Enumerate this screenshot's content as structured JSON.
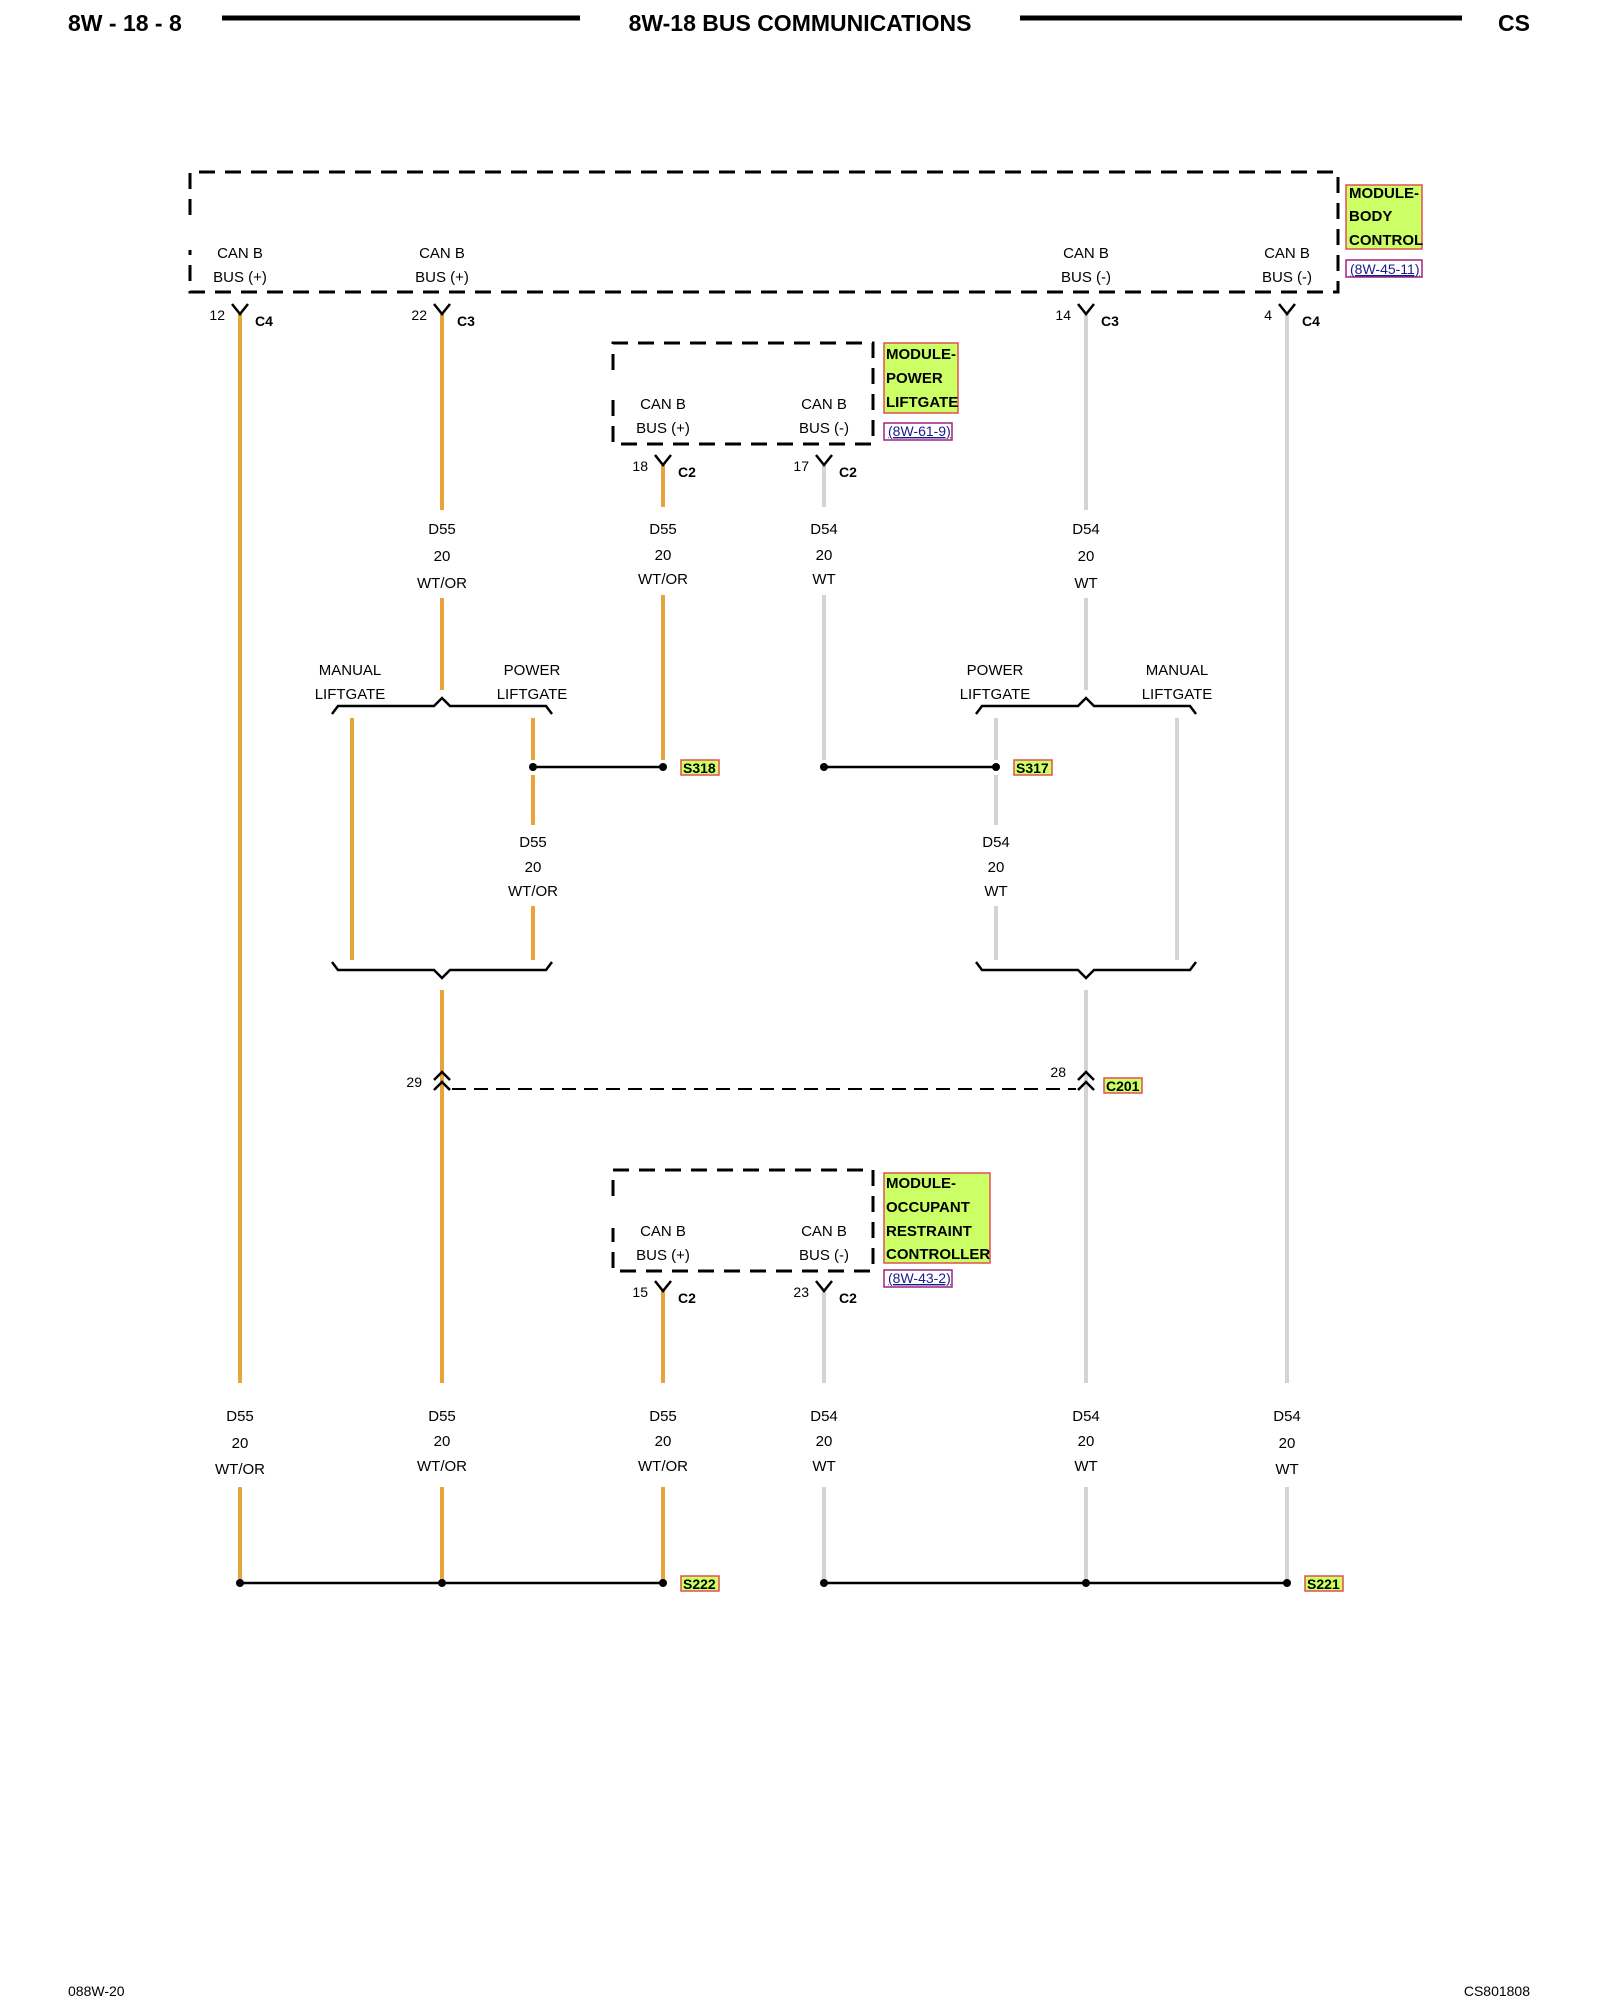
{
  "header": {
    "page_number": "8W - 18 - 8",
    "title": "8W-18 BUS COMMUNICATIONS",
    "code": "CS"
  },
  "modules": {
    "body_control": {
      "name_lines": [
        "MODULE-",
        "BODY",
        "CONTROL"
      ],
      "ref": "(8W-45-11)"
    },
    "power_liftgate": {
      "name_lines": [
        "MODULE-",
        "POWER",
        "LIFTGATE"
      ],
      "ref": "(8W-61-9)"
    },
    "occupant_restraint": {
      "name_lines": [
        "MODULE-",
        "OCCUPANT",
        "RESTRAINT",
        "CONTROLLER"
      ],
      "ref": "(8W-43-2)"
    }
  },
  "pins": {
    "bcm_1": {
      "line1": "CAN B",
      "line2": "BUS (+)",
      "pin": "12",
      "connector": "C4"
    },
    "bcm_2": {
      "line1": "CAN B",
      "line2": "BUS (+)",
      "pin": "22",
      "connector": "C3"
    },
    "bcm_3": {
      "line1": "CAN B",
      "line2": "BUS (-)",
      "pin": "14",
      "connector": "C3"
    },
    "bcm_4": {
      "line1": "CAN B",
      "line2": "BUS (-)",
      "pin": "4",
      "connector": "C4"
    },
    "plg_1": {
      "line1": "CAN B",
      "line2": "BUS (+)",
      "pin": "18",
      "connector": "C2"
    },
    "plg_2": {
      "line1": "CAN B",
      "line2": "BUS (-)",
      "pin": "17",
      "connector": "C2"
    },
    "orc_1": {
      "line1": "CAN B",
      "line2": "BUS (+)",
      "pin": "15",
      "connector": "C2"
    },
    "orc_2": {
      "line1": "CAN B",
      "line2": "BUS (-)",
      "pin": "23",
      "connector": "C2"
    }
  },
  "wires": {
    "upper": [
      {
        "circuit": "D55",
        "gauge": "20",
        "color": "WT/OR"
      },
      {
        "circuit": "D55",
        "gauge": "20",
        "color": "WT/OR"
      },
      {
        "circuit": "D54",
        "gauge": "20",
        "color": "WT"
      },
      {
        "circuit": "D54",
        "gauge": "20",
        "color": "WT"
      }
    ],
    "middle": [
      {
        "circuit": "D55",
        "gauge": "20",
        "color": "WT/OR"
      },
      {
        "circuit": "D54",
        "gauge": "20",
        "color": "WT"
      }
    ],
    "lower": [
      {
        "circuit": "D55",
        "gauge": "20",
        "color": "WT/OR"
      },
      {
        "circuit": "D55",
        "gauge": "20",
        "color": "WT/OR"
      },
      {
        "circuit": "D55",
        "gauge": "20",
        "color": "WT/OR"
      },
      {
        "circuit": "D54",
        "gauge": "20",
        "color": "WT"
      },
      {
        "circuit": "D54",
        "gauge": "20",
        "color": "WT"
      },
      {
        "circuit": "D54",
        "gauge": "20",
        "color": "WT"
      }
    ]
  },
  "options": {
    "left_manual": [
      "MANUAL",
      "LIFTGATE"
    ],
    "left_power": [
      "POWER",
      "LIFTGATE"
    ],
    "right_power": [
      "POWER",
      "LIFTGATE"
    ],
    "right_manual": [
      "MANUAL",
      "LIFTGATE"
    ]
  },
  "splices": {
    "s318": "S318",
    "s317": "S317",
    "s222": "S222",
    "s221": "S221"
  },
  "inline_connector": {
    "name": "C201",
    "pin_left": "29",
    "pin_right": "28"
  },
  "colors": {
    "wt_or": "#e8a33a",
    "wt": "#d4d4d4",
    "highlight": "#ccff66"
  },
  "footer": {
    "left": "088W-20",
    "right": "CS801808"
  }
}
